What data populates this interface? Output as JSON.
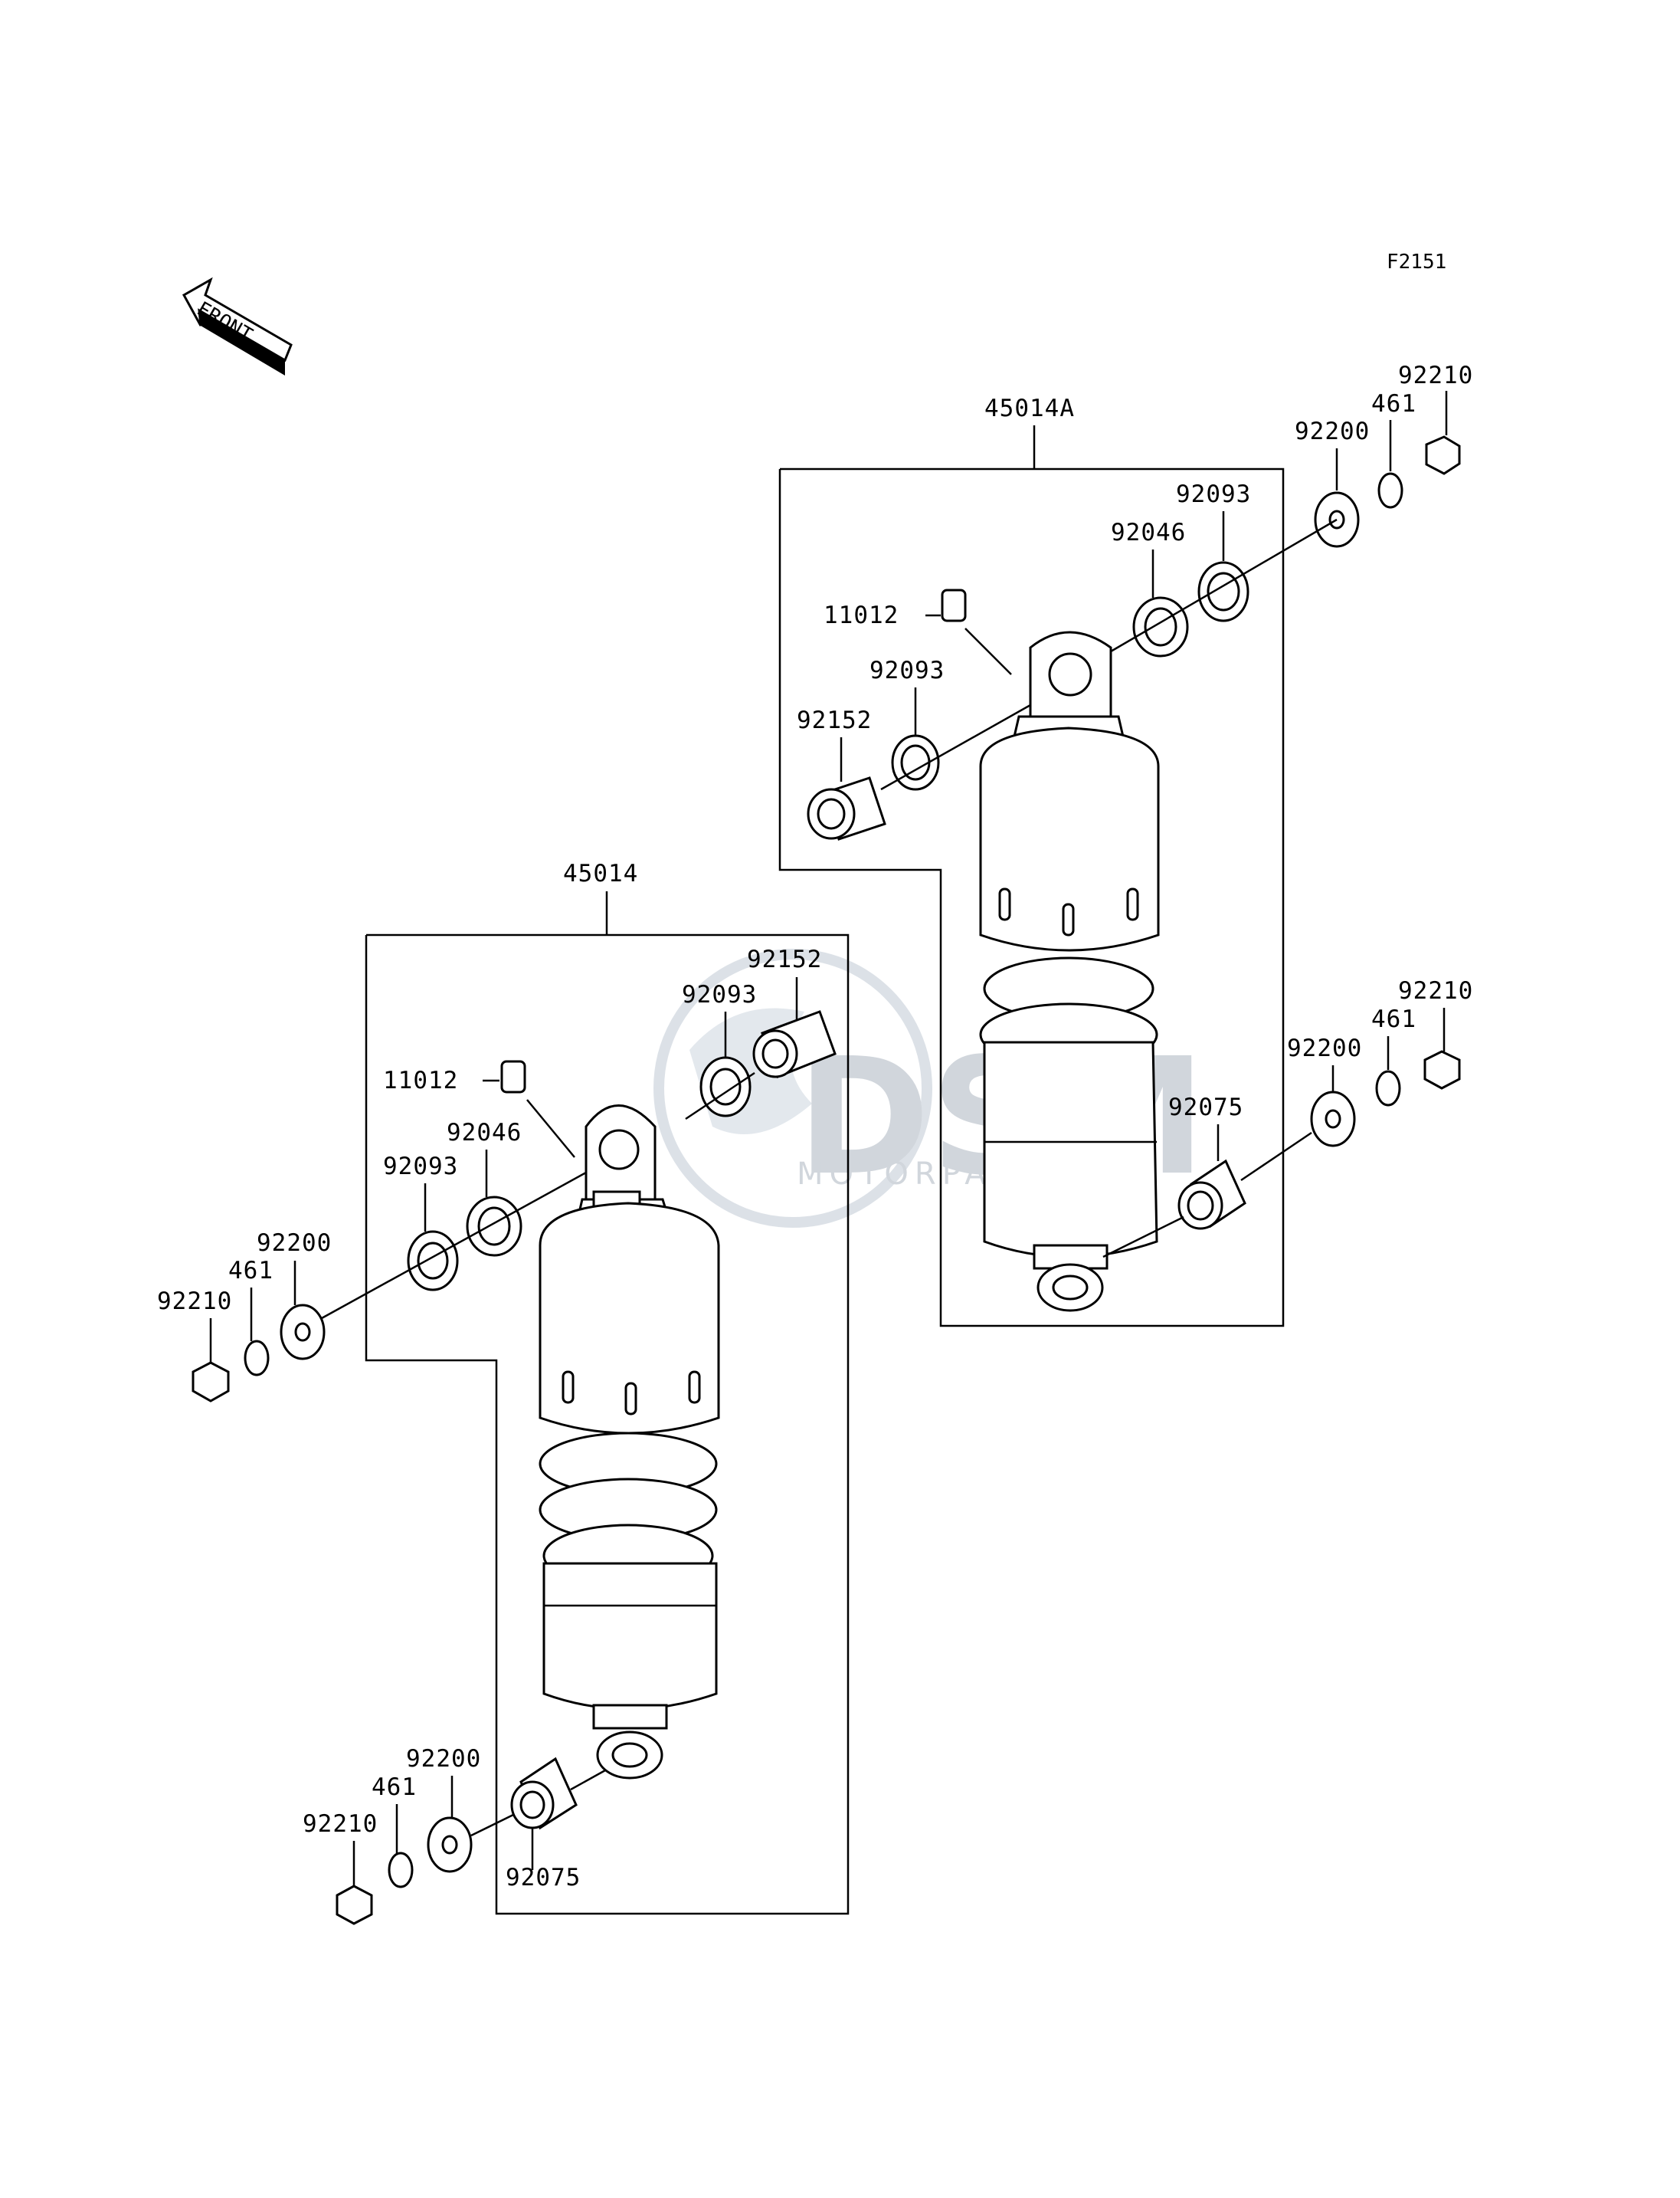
{
  "diagram_code": "F2151",
  "front_arrow_text": "FRONT",
  "watermark": {
    "brand": "DSM",
    "sub": "MOTORPARTS"
  },
  "assemblies": {
    "right": {
      "assembly": "45014A",
      "labels": {
        "n92210": "92210",
        "n461": "461",
        "n92200": "92200",
        "n92093a": "92093",
        "n92046": "92046",
        "n11012": "11012",
        "n92093b": "92093",
        "n92152": "92152",
        "n92210b": "92210",
        "n461b": "461",
        "n92200b": "92200",
        "n92075": "92075"
      }
    },
    "left": {
      "assembly": "45014",
      "labels": {
        "n92152": "92152",
        "n92093a": "92093",
        "n11012": "11012",
        "n92046": "92046",
        "n92093b": "92093",
        "n92200": "92200",
        "n461": "461",
        "n92210": "92210",
        "n92200b": "92200",
        "n461b": "461",
        "n92210b": "92210",
        "n92075": "92075"
      }
    }
  }
}
